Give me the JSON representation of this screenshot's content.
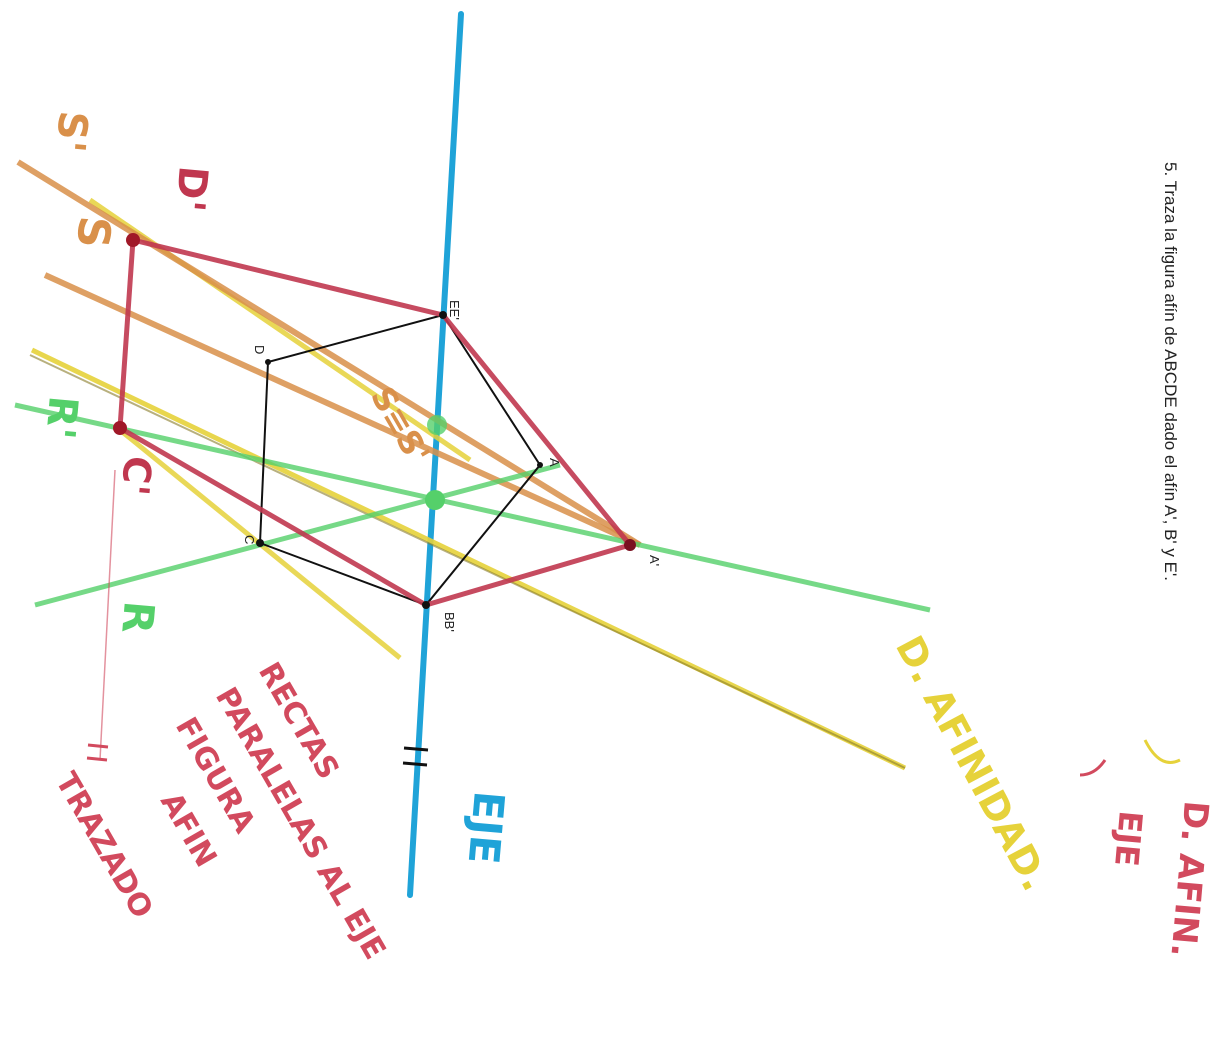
{
  "exercise": {
    "statement": "5. Traza la figura afín de ABCDE dado el afín A', B' y E'."
  },
  "labels": {
    "point_ee": "EE'",
    "point_d": "D",
    "point_a": "A",
    "point_a_prime": "A'",
    "point_c": "C",
    "point_bb": "BB'",
    "hand_s_prime": "S'",
    "hand_d_prime": "D'",
    "hand_s": "S",
    "hand_r_prime": "R'",
    "hand_c_prime": "C'",
    "hand_r": "R",
    "hand_ss_prime": "S≡S'",
    "hand_eje": "EJE",
    "hand_d_afinidad": "D. AFINIDAD.",
    "hand_legend_eje": "EJE",
    "hand_legend_dafin": "D. AFIN.",
    "note_line1": "RECTAS",
    "note_line2": "PARALELAS AL EJE",
    "note_line3": "FIGURA",
    "note_line4": "AFIN",
    "note_line5": "TRAZADO"
  },
  "colors": {
    "axis": "#1fa3d8",
    "affinity_direction": "#e6d23a",
    "orange_lines": "#d9904a",
    "green_lines": "#55d06a",
    "affine_figure": "#c0374f",
    "original_figure": "#111111",
    "legend_red": "#d24a5e"
  }
}
